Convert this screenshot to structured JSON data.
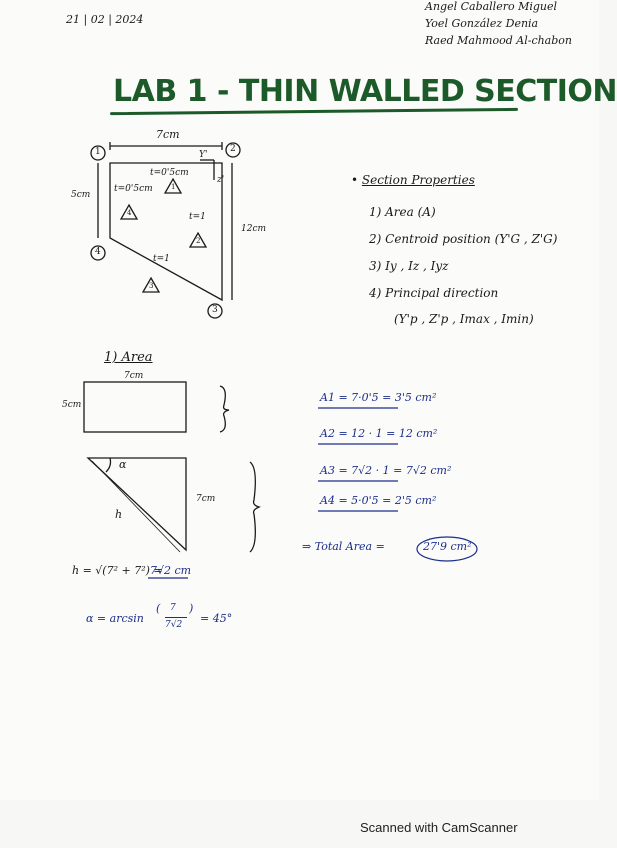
{
  "header": {
    "date": "21 | 02 | 2024",
    "authors": [
      "Angel Caballero Miguel",
      "Yoel González Denia",
      "Raed Mahmood Al-chabon"
    ]
  },
  "title": "LAB 1 - THIN WALLED SECTION",
  "section_figure": {
    "nodes": [
      "1",
      "2",
      "3",
      "4"
    ],
    "width_label": "7cm",
    "height_label": "5cm",
    "right_label": "12cm",
    "t_top": "t=0'5cm",
    "t_left": "t=0'5cm",
    "t_right": "t=1",
    "t_diag": "t=1",
    "segments": [
      "1",
      "2",
      "3",
      "4"
    ],
    "axis_y": "Y'",
    "axis_z": "z'"
  },
  "properties": {
    "heading": "Section Properties",
    "items": [
      "1) Area (A)",
      "2) Centroid position (Y'G , Z'G)",
      "3) Iy , Iz , Iyz",
      "4) Principal direction",
      "(Y'p , Z'p , Imax , Imin)"
    ]
  },
  "area": {
    "heading": "1) Area",
    "rect_width": "7cm",
    "rect_height": "5cm",
    "tri_side": "7cm",
    "alpha": "α",
    "h": "h",
    "formulas": [
      "A1 = 7·0'5 = 3'5 cm²",
      "A2 = 12 · 1 = 12 cm²",
      "A3 = 7√2 · 1 = 7√2 cm²",
      "A4 = 5·0'5 = 2'5 cm²"
    ],
    "total_prefix": "⇒ Total Area =",
    "total_value": "27'9 cm²",
    "h_formula": "h = √(7² + 7²) =",
    "h_value": "7√2 cm",
    "alpha_formula_prefix": "α = arcsin",
    "alpha_num": "7",
    "alpha_den": "7√2",
    "alpha_result": "= 45°"
  },
  "footer": "Scanned with CamScanner"
}
